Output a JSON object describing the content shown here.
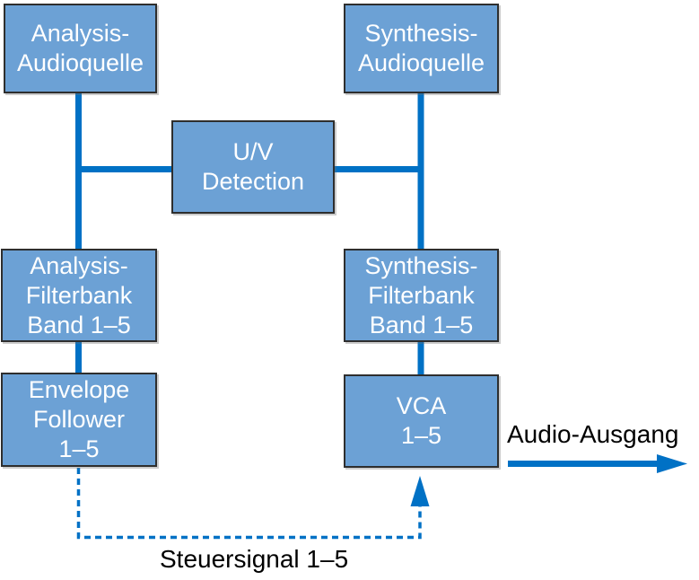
{
  "colors": {
    "node_fill": "#6CA1D5",
    "node_border": "#2E2E2E",
    "node_text": "#FFFFFF",
    "wire": "#0071C5",
    "label_text": "#000000"
  },
  "nodes": {
    "analysis_audio_source": {
      "text": "Analysis-\nAudioquelle"
    },
    "synthesis_audio_source": {
      "text": "Synthesis-\nAudioquelle"
    },
    "uv_detection": {
      "text": "U/V\nDetection"
    },
    "analysis_filterbank": {
      "text": "Analysis-\nFilterbank\nBand 1–5"
    },
    "synthesis_filterbank": {
      "text": "Synthesis-\nFilterbank\nBand 1–5"
    },
    "envelope_follower": {
      "text": "Envelope\nFollower\n1–5"
    },
    "vca": {
      "text": "VCA\n1–5"
    }
  },
  "labels": {
    "audio_output": "Audio-Ausgang",
    "control_signal": "Steuersignal 1–5"
  }
}
